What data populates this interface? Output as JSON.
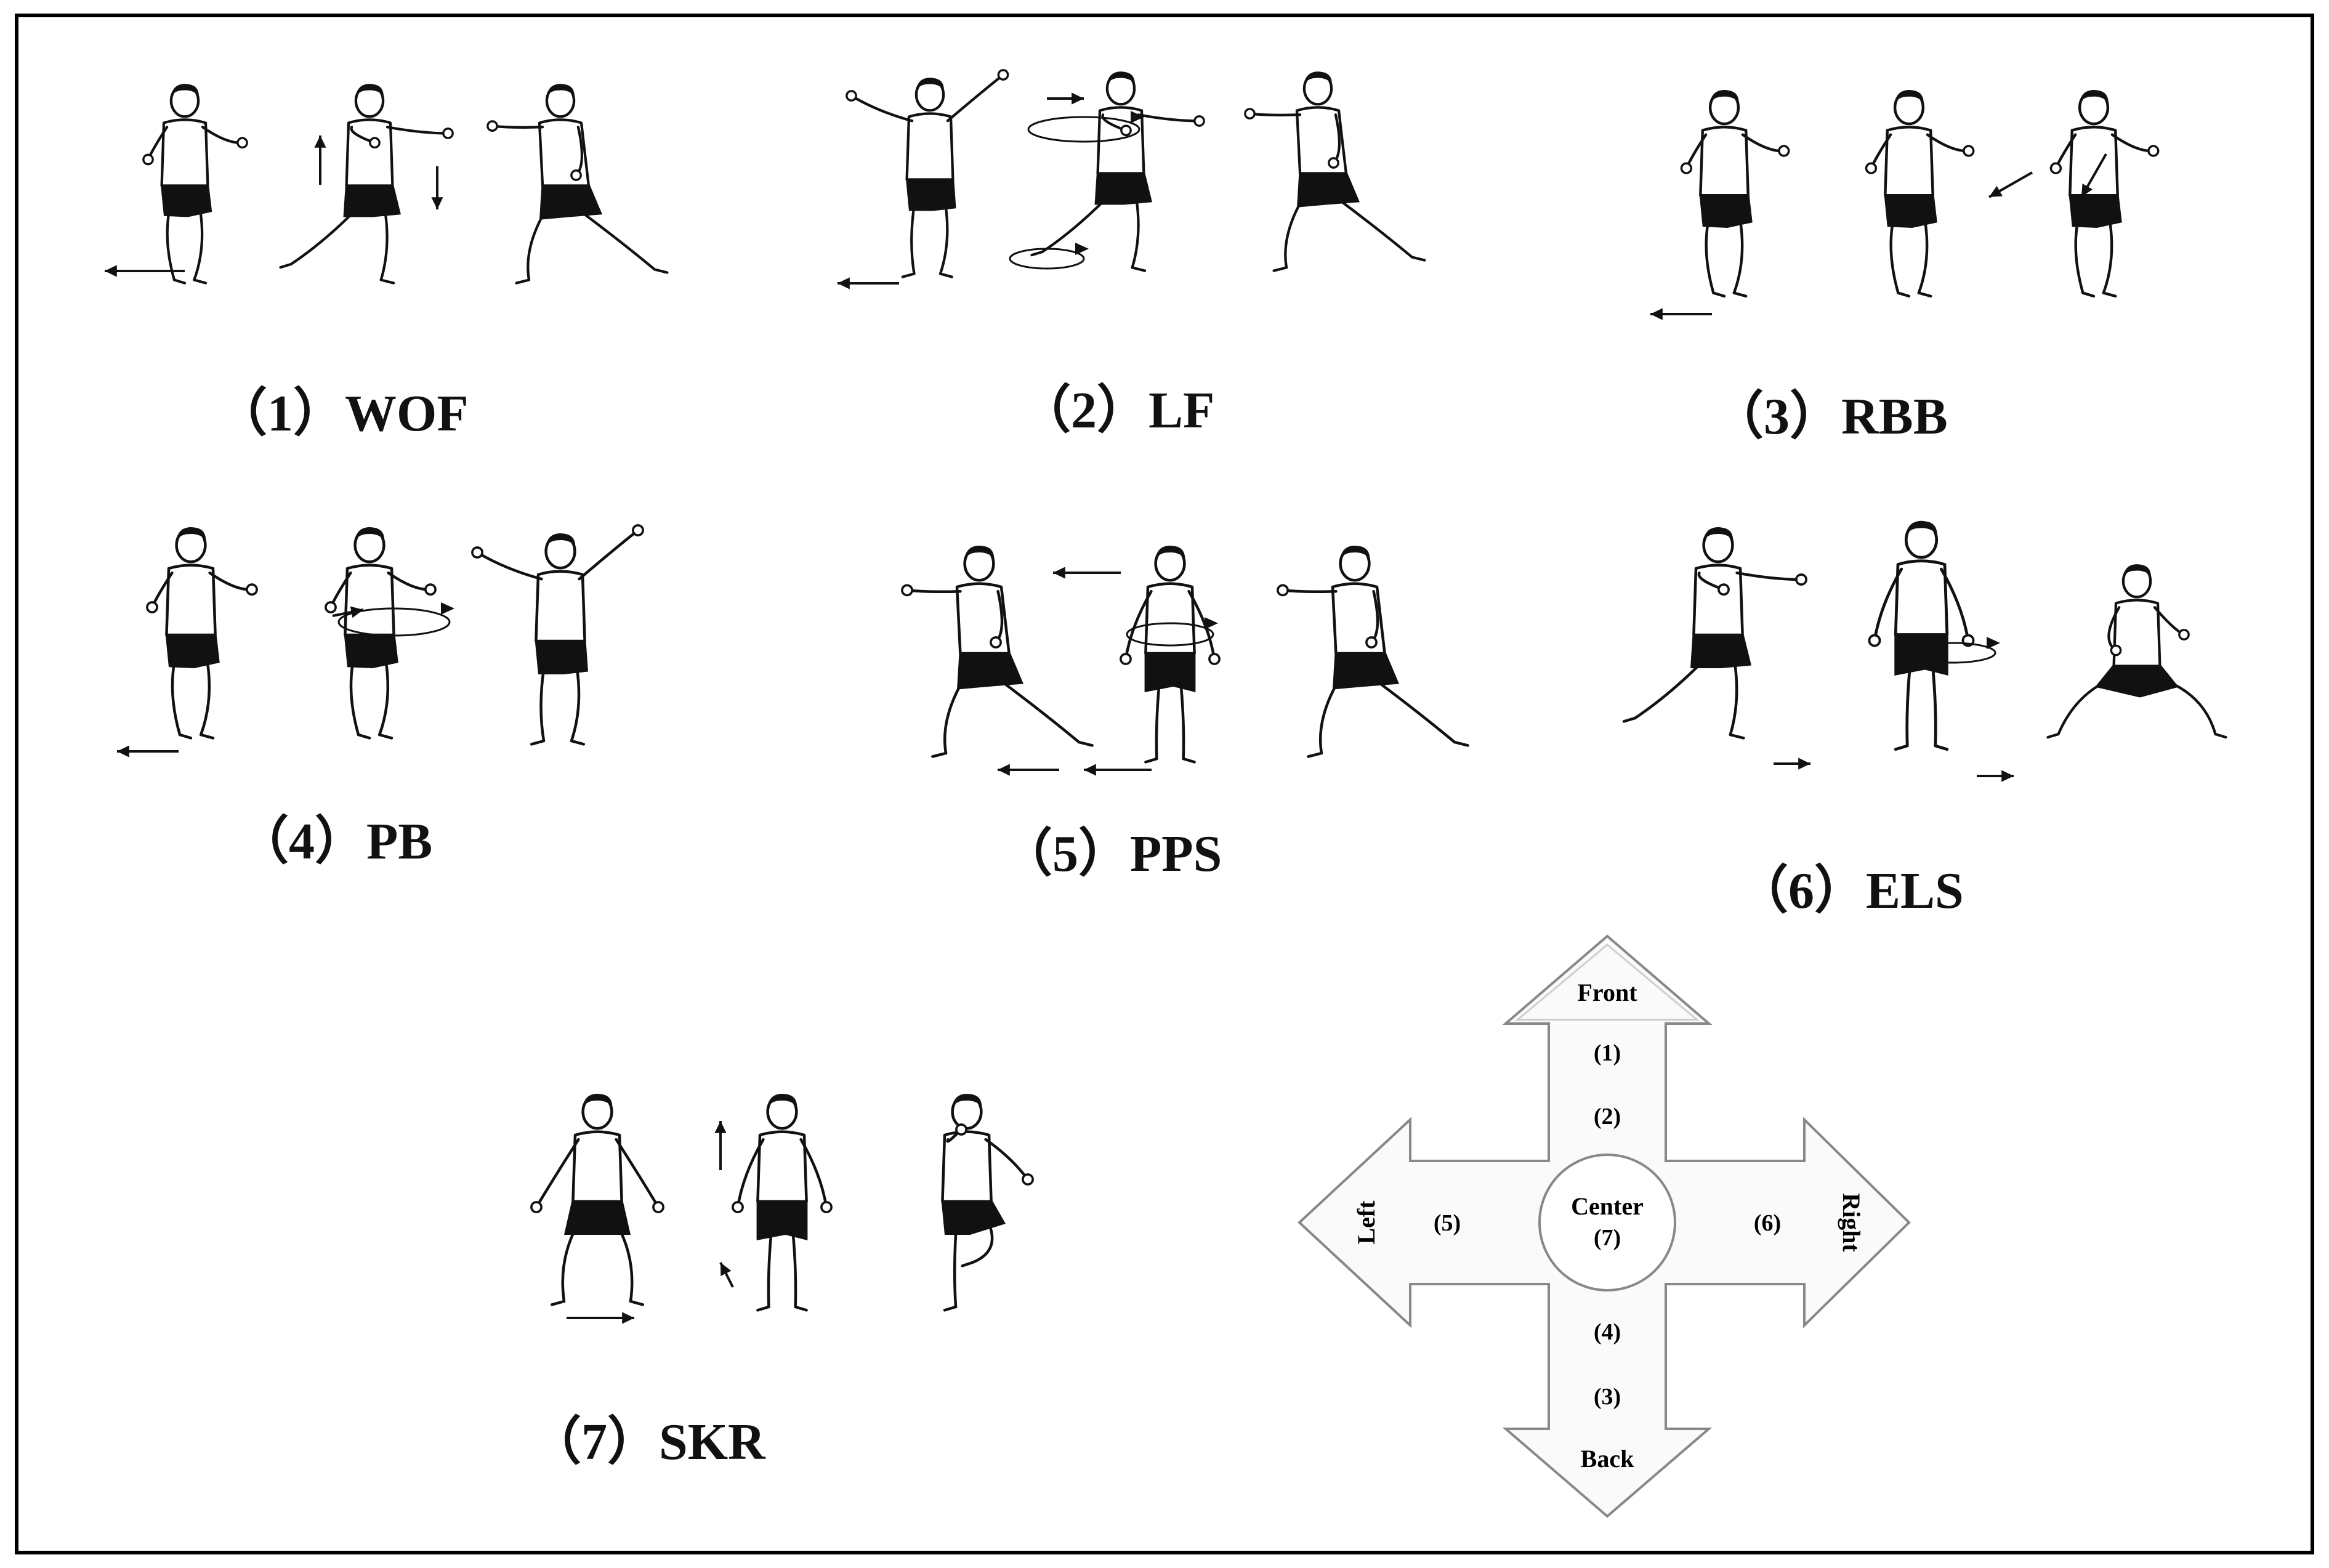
{
  "figure": {
    "movements": [
      {
        "caption": "（1）WOF"
      },
      {
        "caption": "（2）LF"
      },
      {
        "caption": "（3）RBB"
      },
      {
        "caption": "（4）PB"
      },
      {
        "caption": "（5）PPS"
      },
      {
        "caption": "（6）ELS"
      },
      {
        "caption": "（7）SKR"
      }
    ],
    "compass": {
      "front": "Front",
      "back": "Back",
      "left": "Left",
      "right": "Right",
      "center": "Center",
      "center_num": "(7)",
      "up1": "(1)",
      "up2": "(2)",
      "down1": "(4)",
      "down2": "(3)",
      "left1": "(5)",
      "right1": "(6)"
    }
  }
}
